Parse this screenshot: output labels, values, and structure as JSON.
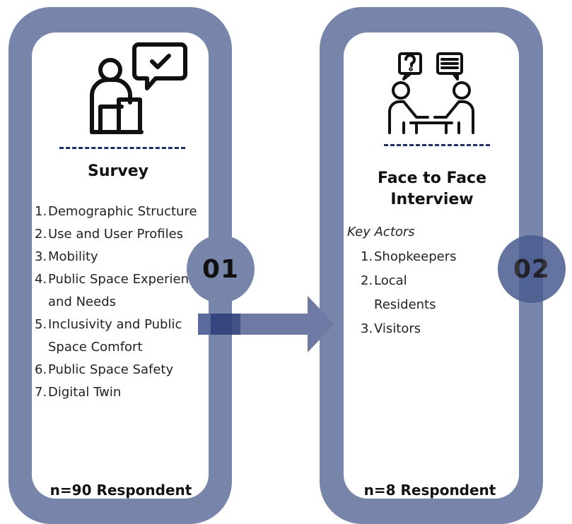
{
  "survey": {
    "title": "Survey",
    "items": [
      {
        "num": "1.",
        "text": "Demographic Structure"
      },
      {
        "num": "2.",
        "text": "Use and User Profiles"
      },
      {
        "num": "3.",
        "text": "Mobility"
      },
      {
        "num": "4.",
        "text": "Public Space Experience and Needs"
      },
      {
        "num": "5.",
        "text": "Inclusivity and Public Space Comfort"
      },
      {
        "num": "6.",
        "text": "Public Space Safety"
      },
      {
        "num": "7.",
        "text": "Digital Twin"
      }
    ],
    "badge": "01",
    "footer": "n=90 Respondent",
    "icon": "survey-person-checkmark-icon"
  },
  "interview": {
    "title": "Face to Face Interview",
    "subhead": "Key Actors",
    "items": [
      {
        "num": "1.",
        "text": "Shopkeepers"
      },
      {
        "num": "2.",
        "text": "Local Residents"
      },
      {
        "num": "3.",
        "text": "Visitors"
      }
    ],
    "badge": "02",
    "footer": "n=8 Respondent",
    "icon": "interview-two-people-table-icon"
  },
  "colors": {
    "frame": "#7885ab",
    "arrow": "#6e7aa3",
    "dash": "#1f2f66",
    "badge2": "#4a5b8f"
  },
  "connector_icon": "right-arrow-icon"
}
